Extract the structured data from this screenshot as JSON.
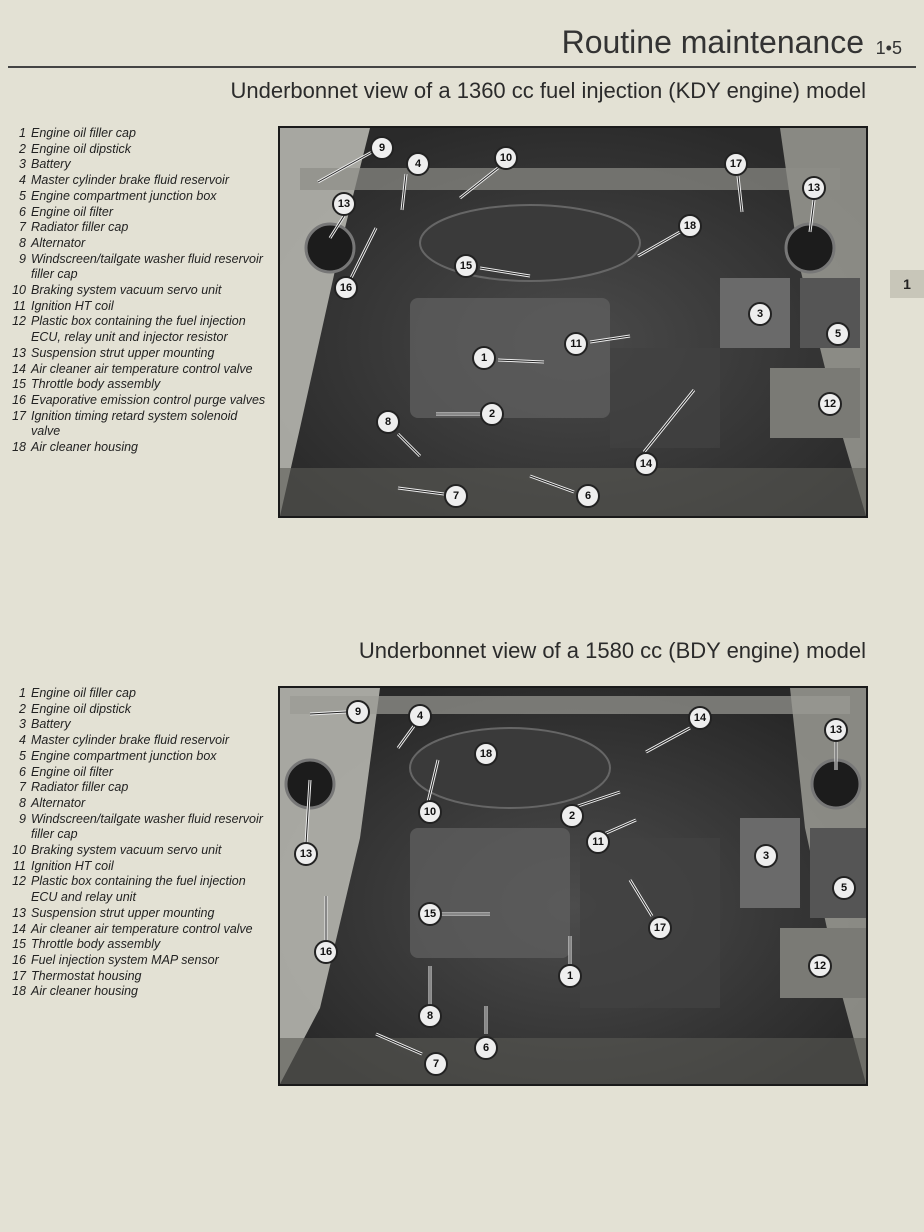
{
  "header": {
    "title": "Routine maintenance",
    "page_number": "1•5"
  },
  "chapter_tab": "1",
  "sections": [
    {
      "title": "Underbonnet view of a 1360 cc fuel injection (KDY engine) model",
      "legend": [
        {
          "n": "1",
          "text": "Engine oil filler cap"
        },
        {
          "n": "2",
          "text": "Engine oil dipstick"
        },
        {
          "n": "3",
          "text": "Battery"
        },
        {
          "n": "4",
          "text": "Master cylinder brake fluid reservoir"
        },
        {
          "n": "5",
          "text": "Engine compartment junction box"
        },
        {
          "n": "6",
          "text": "Engine oil filter"
        },
        {
          "n": "7",
          "text": "Radiator filler cap"
        },
        {
          "n": "8",
          "text": "Alternator"
        },
        {
          "n": "9",
          "text": "Windscreen/tailgate washer fluid reservoir filler cap"
        },
        {
          "n": "10",
          "text": "Braking system vacuum servo unit"
        },
        {
          "n": "11",
          "text": "Ignition HT coil"
        },
        {
          "n": "12",
          "text": "Plastic box containing the fuel injection ECU, relay unit and injector resistor"
        },
        {
          "n": "13",
          "text": "Suspension strut upper mounting"
        },
        {
          "n": "14",
          "text": "Air cleaner air temperature control valve"
        },
        {
          "n": "15",
          "text": "Throttle body assembly"
        },
        {
          "n": "16",
          "text": "Evaporative emission control purge valves"
        },
        {
          "n": "17",
          "text": "Ignition timing retard system solenoid valve"
        },
        {
          "n": "18",
          "text": "Air cleaner housing"
        }
      ],
      "callouts": [
        "9",
        "4",
        "10",
        "17",
        "13",
        "13",
        "18",
        "15",
        "16",
        "3",
        "5",
        "11",
        "1",
        "2",
        "8",
        "12",
        "14",
        "7",
        "6"
      ]
    },
    {
      "title": "Underbonnet view of a 1580 cc (BDY engine) model",
      "legend": [
        {
          "n": "1",
          "text": "Engine oil filler cap"
        },
        {
          "n": "2",
          "text": "Engine oil dipstick"
        },
        {
          "n": "3",
          "text": "Battery"
        },
        {
          "n": "4",
          "text": "Master cylinder brake fluid reservoir"
        },
        {
          "n": "5",
          "text": "Engine compartment junction box"
        },
        {
          "n": "6",
          "text": "Engine oil filter"
        },
        {
          "n": "7",
          "text": "Radiator filler cap"
        },
        {
          "n": "8",
          "text": "Alternator"
        },
        {
          "n": "9",
          "text": "Windscreen/tailgate washer fluid reservoir filler cap"
        },
        {
          "n": "10",
          "text": "Braking system vacuum servo unit"
        },
        {
          "n": "11",
          "text": "Ignition HT coil"
        },
        {
          "n": "12",
          "text": "Plastic box containing the fuel injection ECU and relay unit"
        },
        {
          "n": "13",
          "text": "Suspension strut upper mounting"
        },
        {
          "n": "14",
          "text": "Air cleaner air temperature control valve"
        },
        {
          "n": "15",
          "text": "Throttle body assembly"
        },
        {
          "n": "16",
          "text": "Fuel injection system MAP sensor"
        },
        {
          "n": "17",
          "text": "Thermostat housing"
        },
        {
          "n": "18",
          "text": "Air cleaner housing"
        }
      ],
      "callouts": [
        "9",
        "4",
        "14",
        "13",
        "18",
        "10",
        "2",
        "11",
        "13",
        "3",
        "5",
        "15",
        "17",
        "16",
        "12",
        "1",
        "8",
        "6",
        "7"
      ]
    }
  ]
}
